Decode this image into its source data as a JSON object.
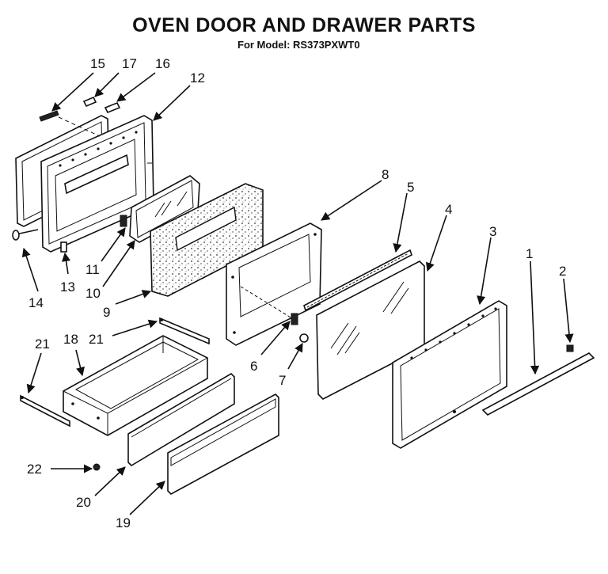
{
  "title": "OVEN DOOR AND DRAWER PARTS",
  "subtitle": "For Model: RS373PXWT0",
  "callouts": {
    "p1": "1",
    "p2": "2",
    "p3": "3",
    "p4": "4",
    "p5": "5",
    "p6": "6",
    "p7": "7",
    "p8": "8",
    "p9": "9",
    "p10": "10",
    "p11": "11",
    "p12": "12",
    "p13": "13",
    "p14": "14",
    "p15": "15",
    "p16": "16",
    "p17": "17",
    "p18": "18",
    "p19": "19",
    "p20": "20",
    "p21a": "21",
    "p21b": "21",
    "p22": "22"
  }
}
